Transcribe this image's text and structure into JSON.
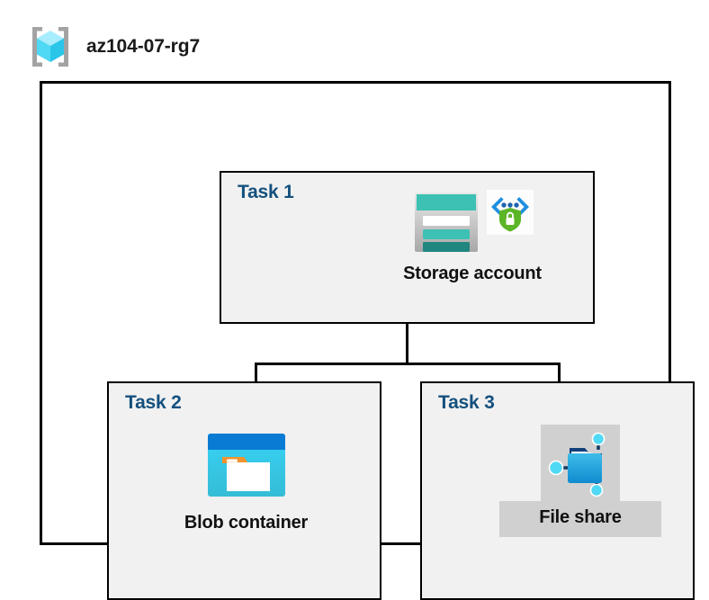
{
  "header": {
    "icon": "resource-group-icon",
    "title": "az104-07-rg7"
  },
  "container": {
    "name": "resource-group-container"
  },
  "tasks": [
    {
      "label": "Task 1",
      "node": {
        "caption": "Storage account",
        "icons": [
          "storage-account-icon",
          "secure-endpoint-shield-icon"
        ]
      }
    },
    {
      "label": "Task 2",
      "node": {
        "caption": "Blob container",
        "icons": [
          "blob-container-icon"
        ]
      }
    },
    {
      "label": "Task 3",
      "node": {
        "caption": "File share",
        "icons": [
          "file-share-icon"
        ]
      }
    }
  ],
  "connectors": [
    {
      "name": "storage-to-bus-trunk"
    },
    {
      "name": "horizontal-bus"
    },
    {
      "name": "bus-to-blob-container-drop"
    },
    {
      "name": "bus-to-file-share-drop"
    }
  ],
  "colors": {
    "task_label": "#14507e",
    "box_fill": "#f1f1f1",
    "box_border": "#000000",
    "file_share_plate": "#d0d0d0",
    "storage_teal": "#3cc1b4",
    "storage_teal_dark": "#21867f",
    "blob_blue_top": "#0a7bd4",
    "blob_cyan": "#32c8ed",
    "blob_orange": "#f2922c",
    "shield_green": "#5bb526",
    "bracket_blue": "#1f8fe0",
    "cube_cyan": "#8fe8fb",
    "bracket_gray": "#a3a3a3"
  }
}
